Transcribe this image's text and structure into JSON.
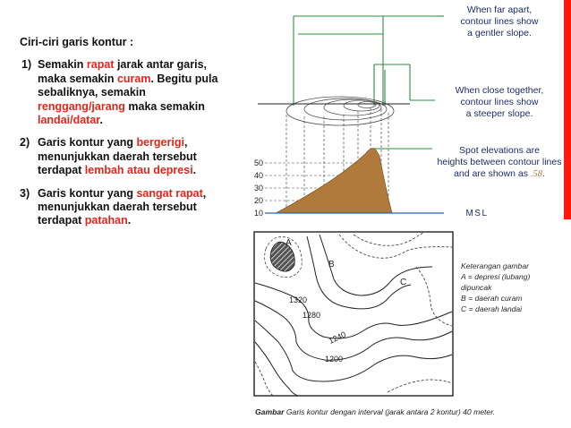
{
  "text": {
    "heading": "Ciri-ciri garis kontur :",
    "items": [
      {
        "num": "1)",
        "parts": [
          {
            "t": "Semakin ",
            "red": false
          },
          {
            "t": "rapat",
            "red": true
          },
          {
            "t": " jarak antar garis, maka semakin ",
            "red": false
          },
          {
            "t": "curam",
            "red": true
          },
          {
            "t": ". Begitu pula sebaliknya, semakin ",
            "red": false
          },
          {
            "t": "renggang/jarang",
            "red": true
          },
          {
            "t": " maka semakin ",
            "red": false
          },
          {
            "t": "landai/datar",
            "red": true
          },
          {
            "t": ".",
            "red": false
          }
        ]
      },
      {
        "num": "2)",
        "parts": [
          {
            "t": "Garis kontur yang ",
            "red": false
          },
          {
            "t": "bergerigi",
            "red": true
          },
          {
            "t": ", menunjukkan daerah tersebut terdapat ",
            "red": false
          },
          {
            "t": "lembah atau depresi",
            "red": true
          },
          {
            "t": ".",
            "red": false
          }
        ]
      },
      {
        "num": "3)",
        "parts": [
          {
            "t": "Garis kontur yang ",
            "red": false
          },
          {
            "t": "sangat rapat",
            "red": true
          },
          {
            "t": ", menunjukkan daerah tersebut terdapat ",
            "red": false
          },
          {
            "t": "patahan",
            "red": true
          },
          {
            "t": ".",
            "red": false
          }
        ]
      }
    ]
  },
  "figure_top": {
    "note1": [
      "When far apart,",
      "contour lines show",
      "a gentler slope."
    ],
    "note2": [
      "When close together,",
      "contour lines show",
      "a steeper slope."
    ],
    "note3_lines": [
      "Spot elevations are",
      "heights between contour lines"
    ],
    "note3_prefix": "and are shown as ",
    "note3_value": ".58",
    "note3_suffix": ".",
    "msl": "MSL",
    "elevations": [
      "50",
      "40",
      "30",
      "20",
      "10"
    ]
  },
  "figure_bottom": {
    "labels": {
      "a": "A",
      "b": "B",
      "c": "C"
    },
    "contour_values": [
      "1320",
      "1280",
      "1240",
      "1200"
    ],
    "legend": [
      "Keterangan gambar",
      "A = depresi (lubang)",
      "dipuncak",
      "B = daerah curam",
      "C = daerah landai"
    ],
    "caption_label": "Gambar",
    "caption_text": " Garis kontur dengan interval (jarak antara 2 kontur) 40 meter."
  },
  "colors": {
    "accent_red": "#e0261d",
    "bar_red": "#ff1a0f",
    "green": "#2e8b3e",
    "blue": "#2b63b8",
    "terrain": "#b07a3c",
    "navy": "#1e2d6b"
  }
}
